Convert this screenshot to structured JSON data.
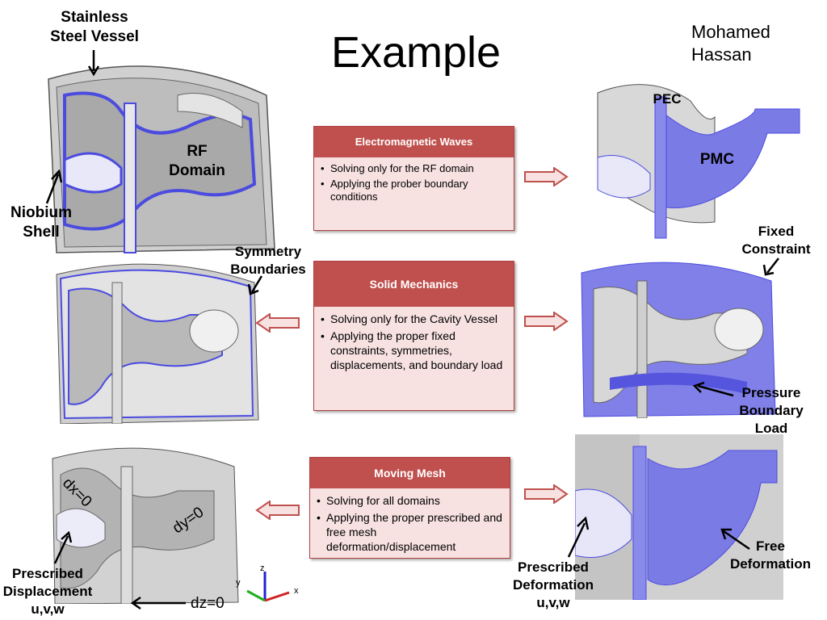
{
  "title": "Example",
  "author": "Mohamed\nHassan",
  "labels": {
    "stainless": "Stainless\nSteel Vessel",
    "rf_domain": "RF\nDomain",
    "niobium": "Niobium\nShell",
    "pec": "PEC",
    "pmc": "PMC",
    "symmetry": "Symmetry\nBoundaries",
    "fixed": "Fixed\nConstraint",
    "pressure": "Pressure\nBoundary\nLoad",
    "dx0": "dx=0",
    "dy0": "dy=0",
    "dz0": "dz=0",
    "prescribed_disp": "Prescribed\nDisplacement\nu,v,w",
    "prescribed_def": "Prescribed\nDeformation\nu,v,w",
    "free_def": "Free\nDeformation",
    "axis_z": "z",
    "axis_y": "y",
    "axis_x": "x"
  },
  "boxes": {
    "em": {
      "title": "Electromagnetic Waves",
      "items": [
        "Solving only for the RF domain",
        "Applying the prober boundary conditions"
      ]
    },
    "solid": {
      "title": "Solid Mechanics",
      "items": [
        "Solving only for the Cavity Vessel",
        "Applying the proper fixed constraints, symmetries, displacements, and boundary load"
      ]
    },
    "mesh": {
      "title": "Moving Mesh",
      "items": [
        "Solving for all domains",
        "Applying the proper prescribed and free mesh deformation/displacement"
      ]
    }
  },
  "bullets": {
    "em": "•",
    "solid": "•",
    "mesh": "•"
  },
  "colors": {
    "accent": "#c0504d",
    "box_fill": "#f7e1e1",
    "domain_blue": "#7b7be6",
    "steel": "#b9b9b9"
  }
}
